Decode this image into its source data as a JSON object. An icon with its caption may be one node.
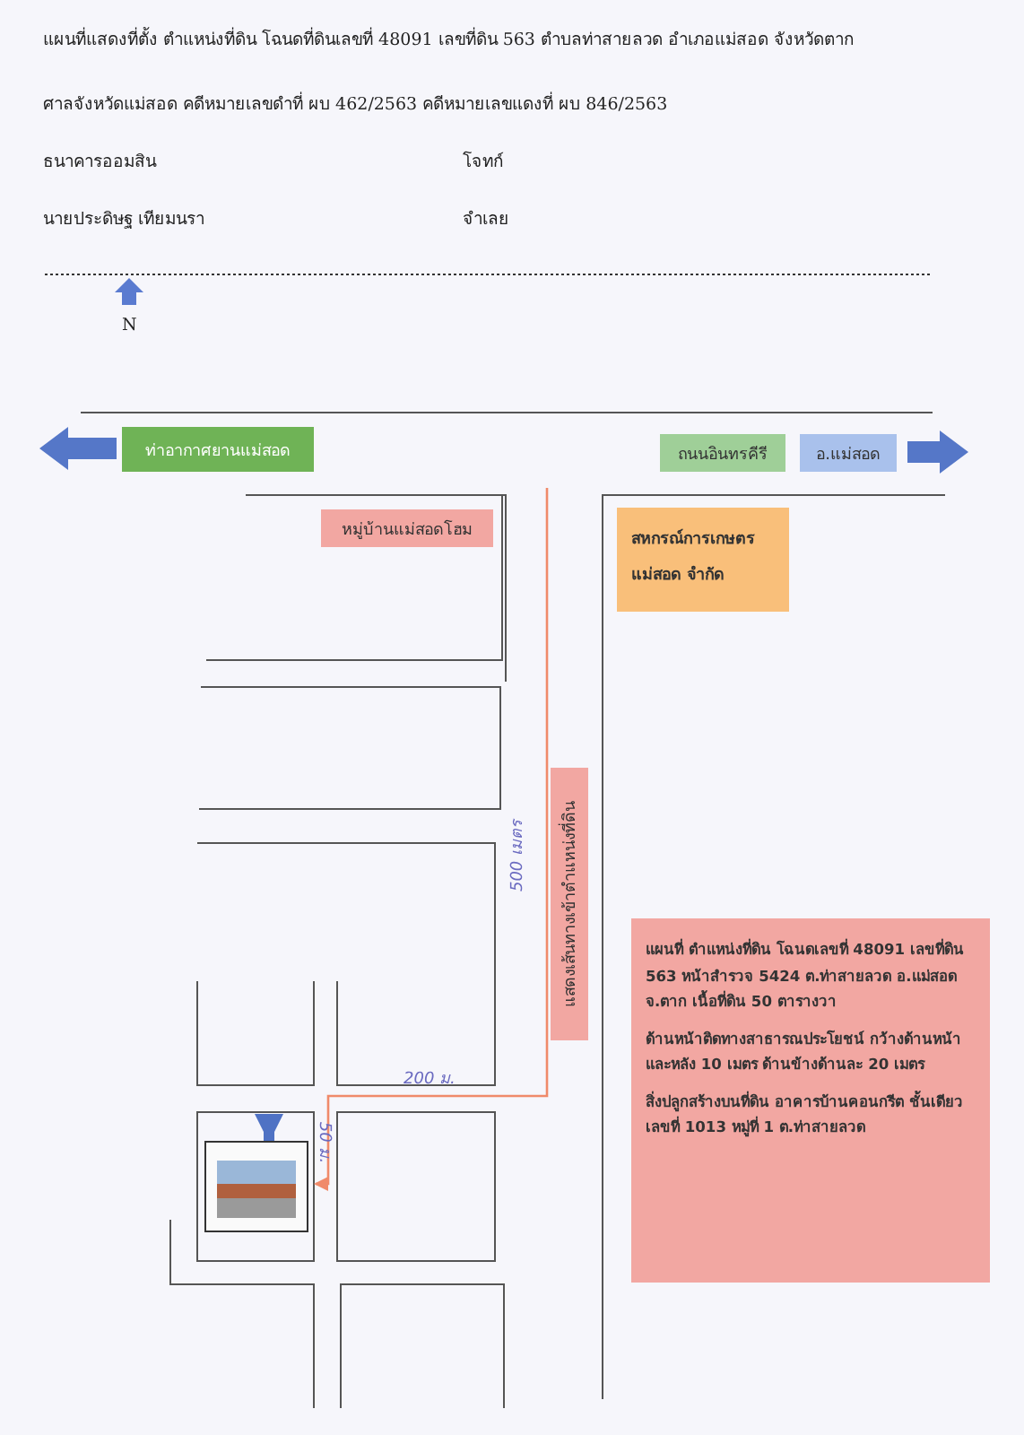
{
  "diagram": {
    "title": "แผนที่แสดงที่ตั้ง ตำแหน่งที่ดิน โฉนดที่ดินเลขที่ 48091  เลขที่ดิน 563 ตำบลท่าสายลวด อำเภอแม่สอด จังหวัดตาก",
    "nodes": [
      {
        "text": [
          "ท่าอากาศยานแม่สอด"
        ]
      },
      {
        "text": [
          "ถนนอินทรคีรี"
        ]
      },
      {
        "text": [
          "อ.แม่สอด"
        ]
      },
      {
        "text": [
          "หมู่บ้านแม่สอดโฮม"
        ]
      },
      {
        "text": [
          "สหกรณ์การเกษตร แม่สอด จำกัด"
        ]
      },
      {
        "text": [
          "แสดงเส้นทางเข้าตำแหน่งที่ดิน"
        ]
      },
      {
        "text": [
          "แผนที่ ตำแหน่งที่ดิน โฉนดเลขที่ 48091 เลขที่ดิน 563 หน้าสำรวจ 5424 ต.ท่าสายลวด อ.แม่สอด จ.ตาก เนื้อที่ดิน 50 ตารางวา",
          "ด้านหน้าติดทางสาธารณประโยชน์ กว้างด้านหน้าและหลัง 10 เมตร ด้านข้างด้านละ 20 เมตร",
          "สิ่งปลูกสร้างบนที่ดิน อาคารบ้านคอนกรีต ชั้นเดียว เลขที่ 1013 หมู่ที่ 1 ต.ท่าสายลวด"
        ]
      },
      {
        "text": [],
        "shape": "picture"
      }
    ],
    "edges": [
      {
        "from": null,
        "to": 7,
        "arrow": "to",
        "color": "#f08a6a"
      },
      {
        "from": null,
        "to": 7,
        "arrow": "to",
        "style": "thick",
        "color": "#4f72c4"
      }
    ],
    "labels": [
      "ศาลจังหวัดแม่สอด  คดีหมายเลขดำที่ ผบ 462/2563  คดีหมายเลขแดงที่ ผบ 846/2563",
      "ธนาคารออมสิน",
      "โจทก์",
      "นายประดิษฐ  เทียมนรา",
      "จำเลย",
      "N",
      "500 เมตร",
      "200 ม.",
      "50 ม."
    ]
  }
}
